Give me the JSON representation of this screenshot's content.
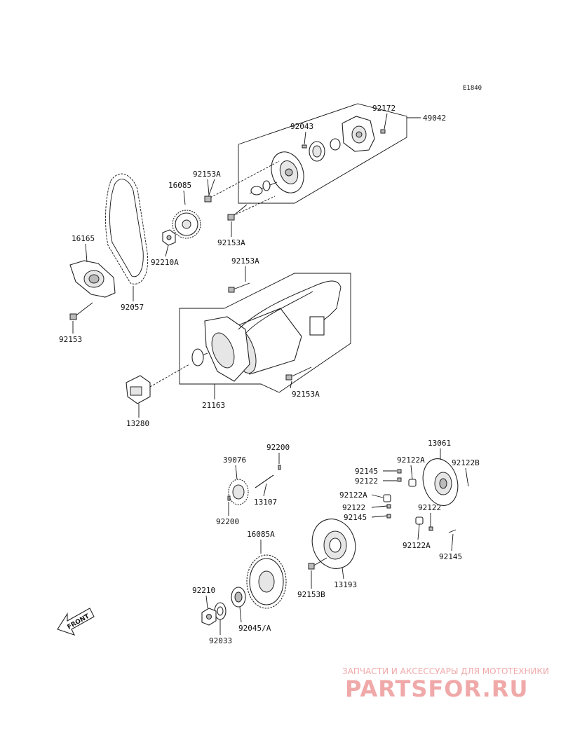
{
  "diagram_code": "E1840",
  "part_numbers": {
    "p49042": "49042",
    "p92172": "92172",
    "p92043": "92043",
    "p92153A_a": "92153A",
    "p16085": "16085",
    "p92153A_b": "92153A",
    "p16165": "16165",
    "p92210A": "92210A",
    "p92057": "92057",
    "p92153": "92153",
    "p92153A_c": "92153A",
    "p92153A_d": "92153A",
    "p21163": "21163",
    "p13280": "13280",
    "p92200_a": "92200",
    "p39076": "39076",
    "p13107": "13107",
    "p92200_b": "92200",
    "p13061": "13061",
    "p92145_a": "92145",
    "p92122A_a": "92122A",
    "p92122B": "92122B",
    "p92122_a": "92122",
    "p92122A_b": "92122A",
    "p92122_b": "92122",
    "p92145_b": "92145",
    "p92122_c": "92122",
    "p92122A_c": "92122A",
    "p92145_c": "92145",
    "p16085A": "16085A",
    "p13193": "13193",
    "p92153B": "92153B",
    "p92210": "92210",
    "p92045A": "92045/A",
    "p92033": "92033"
  },
  "front_arrow_label": "FRONT",
  "watermark": {
    "tagline": "ЗАПЧАСТИ И АКСЕССУАРЫ ДЛЯ МОТОТЕХНИКИ",
    "logo": "PARTSFOR.RU"
  }
}
